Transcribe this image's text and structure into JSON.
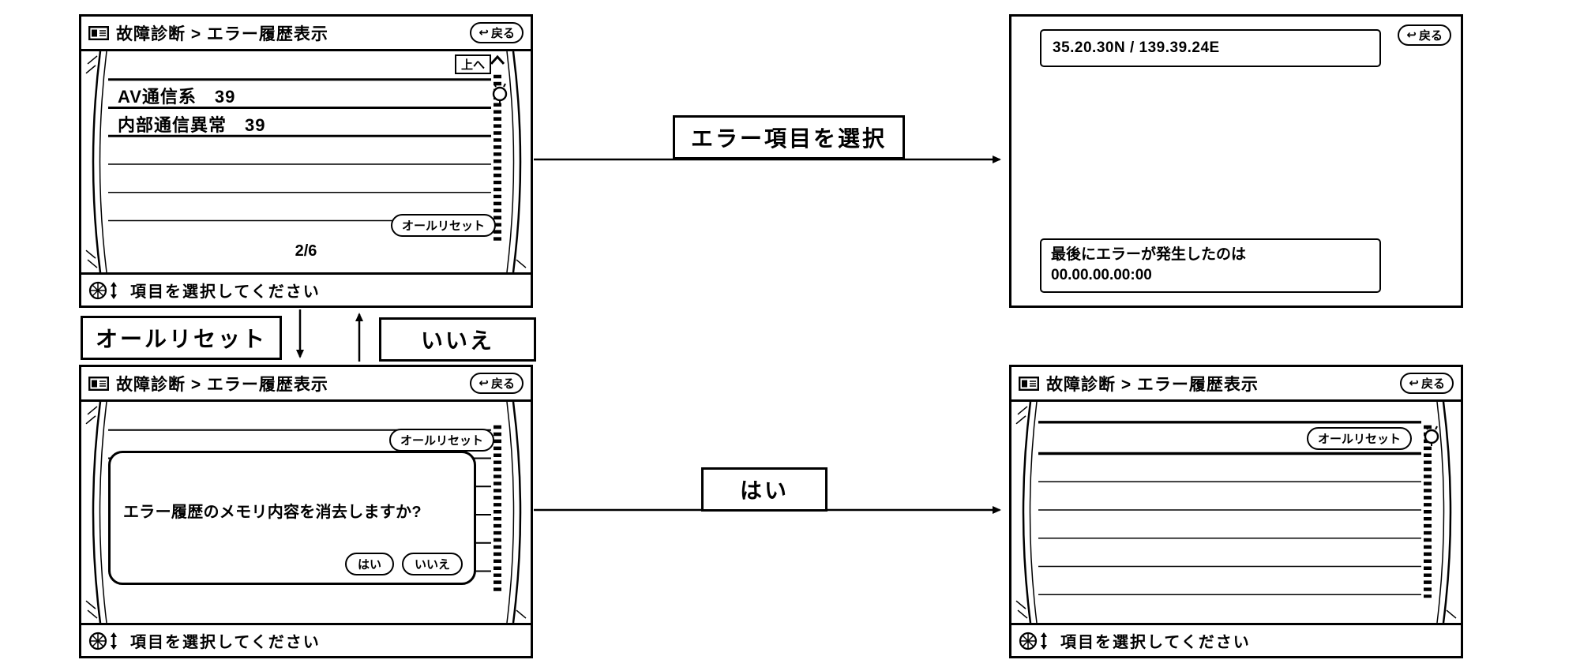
{
  "screens": {
    "error_list": {
      "title": "故障診断 > エラー履歴表示",
      "back_label": "戻る",
      "up_label": "上へ",
      "rows": [
        {
          "label": "AV通信系　39"
        },
        {
          "label": "内部通信異常　39"
        }
      ],
      "all_reset_label": "オールリセット",
      "page_indicator": "2/6",
      "status_text": "項目を選択してください"
    },
    "error_detail": {
      "back_label": "戻る",
      "coordinates": "35.20.30N / 139.39.24E",
      "last_error_line1": "最後にエラーが発生したのは",
      "last_error_line2": "00.00.00.00:00"
    },
    "confirm_dialog": {
      "title": "故障診断 > エラー履歴表示",
      "back_label": "戻る",
      "all_reset_label": "オールリセット",
      "message": "エラー履歴のメモリ内容を消去しますか?",
      "yes_label": "はい",
      "no_label": "いいえ",
      "status_text": "項目を選択してください"
    },
    "cleared_list": {
      "title": "故障診断 > エラー履歴表示",
      "back_label": "戻る",
      "all_reset_label": "オールリセット",
      "status_text": "項目を選択してください"
    }
  },
  "arrows": {
    "select_error_label": "エラー項目を選択",
    "all_reset_label": "オールリセット",
    "no_label": "いいえ",
    "yes_label": "はい"
  }
}
